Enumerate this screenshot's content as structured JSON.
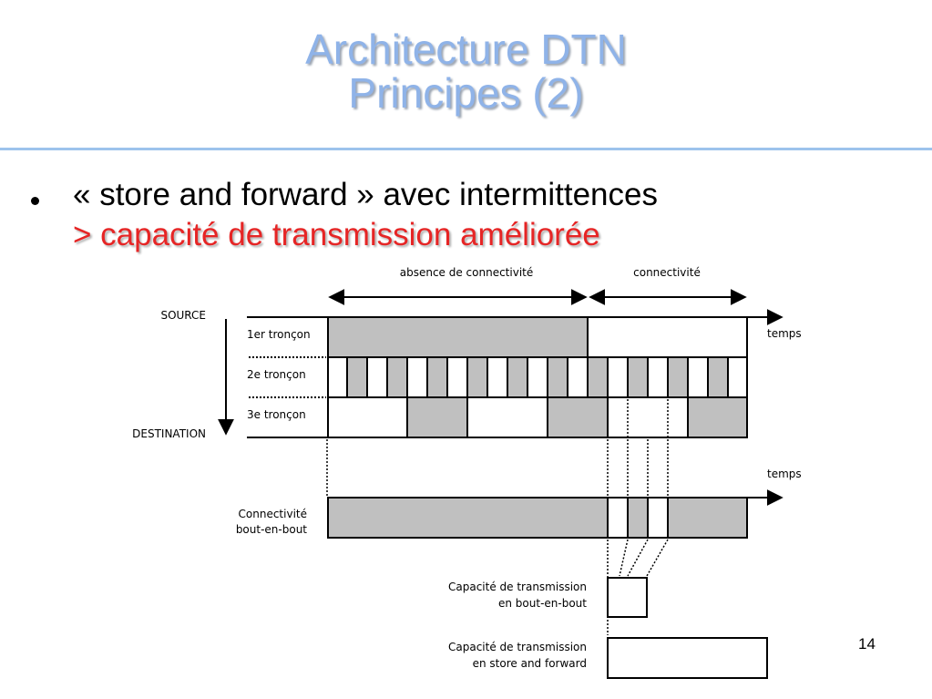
{
  "slide": {
    "title_line1": "Architecture DTN",
    "title_line2": "Principes (2)",
    "bullet": "« store and forward » avec intermittences",
    "sub_bullet": "> capacité de transmission améliorée",
    "page_number": "14"
  },
  "diagram": {
    "labels": {
      "absence": "absence de connectivité",
      "connectivite": "connectivité",
      "source": "SOURCE",
      "destination": "DESTINATION",
      "temps_top": "temps",
      "temps_bottom": "temps",
      "troncon1": "1er tronçon",
      "troncon2": "2e tronçon",
      "troncon3": "3e tronçon",
      "e2e_line1": "Connectivité",
      "e2e_line2": "bout-en-bout",
      "cap_e2e_line1": "Capacité de transmission",
      "cap_e2e_line2": "en bout-en-bout",
      "cap_sf_line1": "Capacité de transmission",
      "cap_sf_line2": "en store and forward"
    },
    "colors": {
      "filled": "#c0c0c0",
      "empty": "#ffffff",
      "stroke": "#000000"
    },
    "rows": [
      {
        "name": "troncon1",
        "segments": [
          [
            360,
            645,
            true
          ],
          [
            645,
            820,
            false
          ]
        ]
      },
      {
        "name": "troncon2",
        "segments": [
          [
            360,
            381,
            false
          ],
          [
            381,
            403,
            true
          ],
          [
            403,
            425,
            false
          ],
          [
            425,
            447,
            true
          ],
          [
            447,
            469,
            false
          ],
          [
            469,
            491,
            true
          ],
          [
            491,
            513,
            false
          ],
          [
            513,
            535,
            true
          ],
          [
            535,
            557,
            false
          ],
          [
            557,
            579,
            true
          ],
          [
            579,
            601,
            false
          ],
          [
            601,
            623,
            true
          ],
          [
            623,
            645,
            false
          ],
          [
            645,
            667,
            true
          ],
          [
            667,
            689,
            false
          ],
          [
            689,
            711,
            true
          ],
          [
            711,
            733,
            false
          ],
          [
            733,
            755,
            true
          ],
          [
            755,
            777,
            false
          ],
          [
            777,
            799,
            true
          ],
          [
            799,
            820,
            false
          ]
        ]
      },
      {
        "name": "troncon3",
        "segments": [
          [
            360,
            447,
            false
          ],
          [
            447,
            513,
            true
          ],
          [
            513,
            601,
            false
          ],
          [
            601,
            667,
            true
          ],
          [
            667,
            755,
            false
          ],
          [
            755,
            820,
            true
          ]
        ]
      },
      {
        "name": "e2e",
        "segments": [
          [
            360,
            667,
            true
          ],
          [
            667,
            689,
            false
          ],
          [
            689,
            711,
            true
          ],
          [
            711,
            733,
            false
          ],
          [
            733,
            820,
            true
          ]
        ]
      }
    ]
  }
}
